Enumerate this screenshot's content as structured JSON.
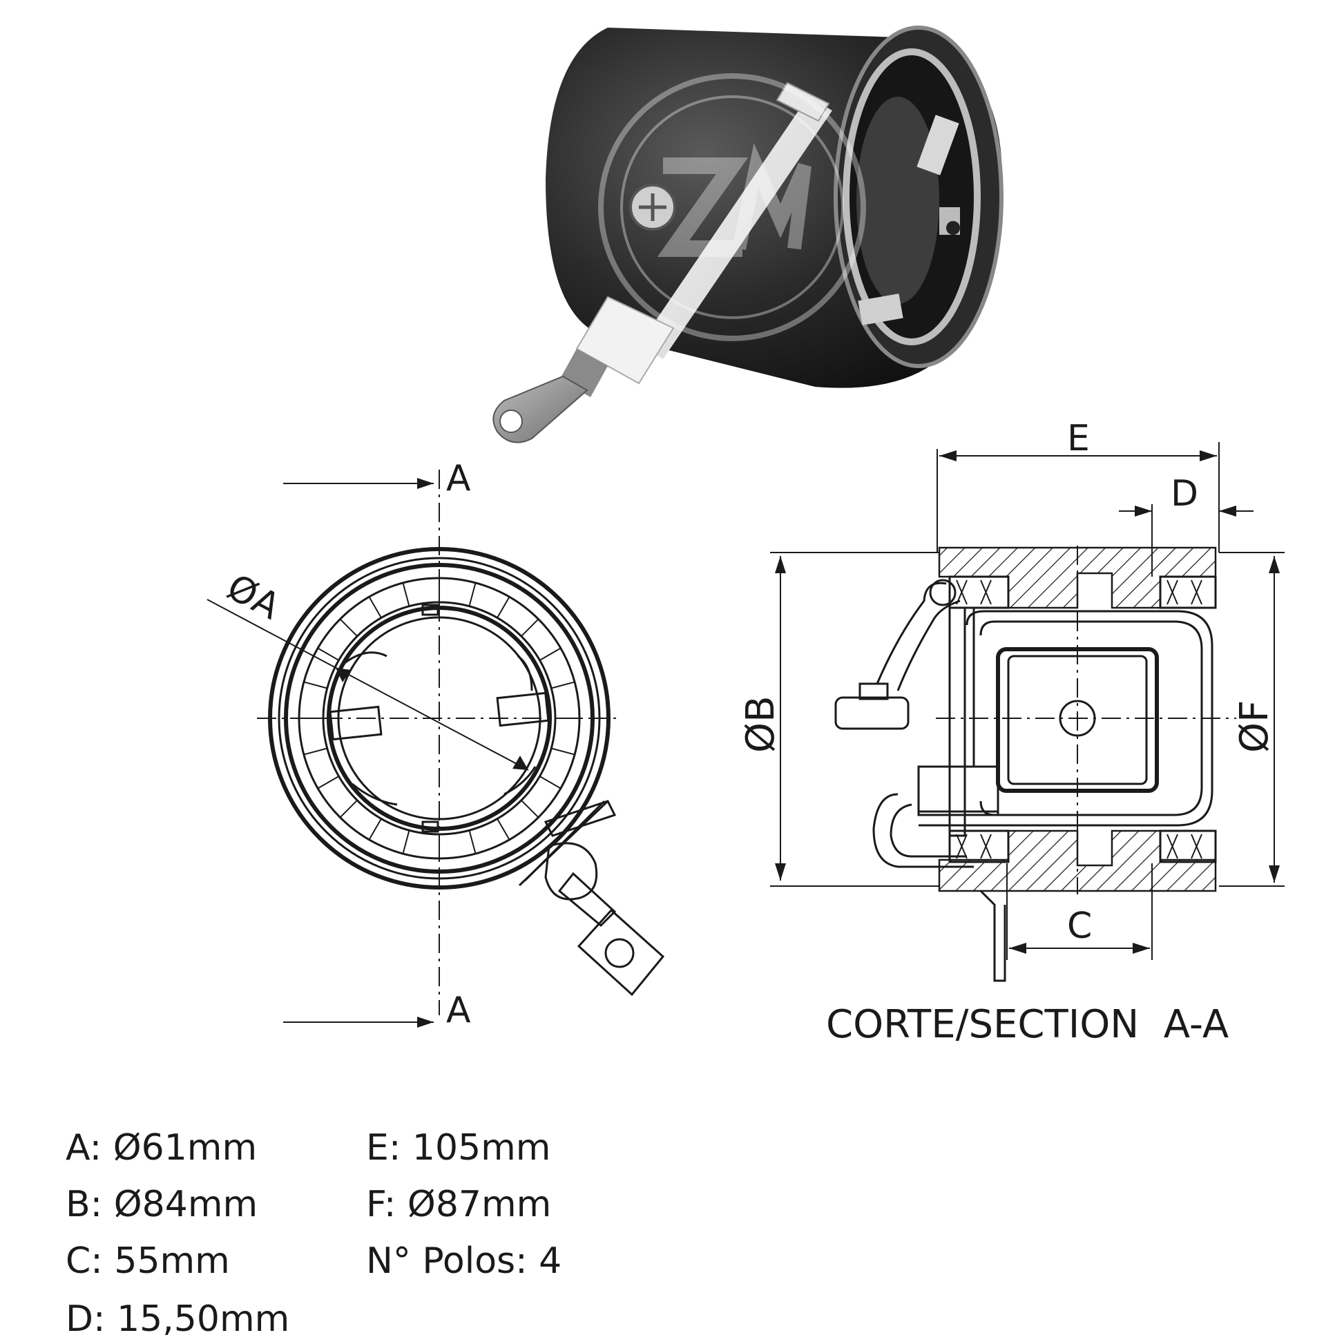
{
  "section_labels": {
    "cut_top": "A",
    "cut_bottom": "A",
    "dia_a": "ØA",
    "dia_b": "ØB",
    "dia_f": "ØF",
    "dim_c": "C",
    "dim_d": "D",
    "dim_e": "E",
    "section_title": "CORTE/SECTION  A-A"
  },
  "specs": {
    "a": "A: Ø61mm",
    "b": "B: Ø84mm",
    "c": "C: 55mm",
    "d": "D: 15,50mm",
    "e": "E: 105mm",
    "f": "F: Ø87mm",
    "poles": "N° Polos: 4"
  },
  "photo": {
    "watermark_icon": "zm-logo-watermark-icon"
  }
}
